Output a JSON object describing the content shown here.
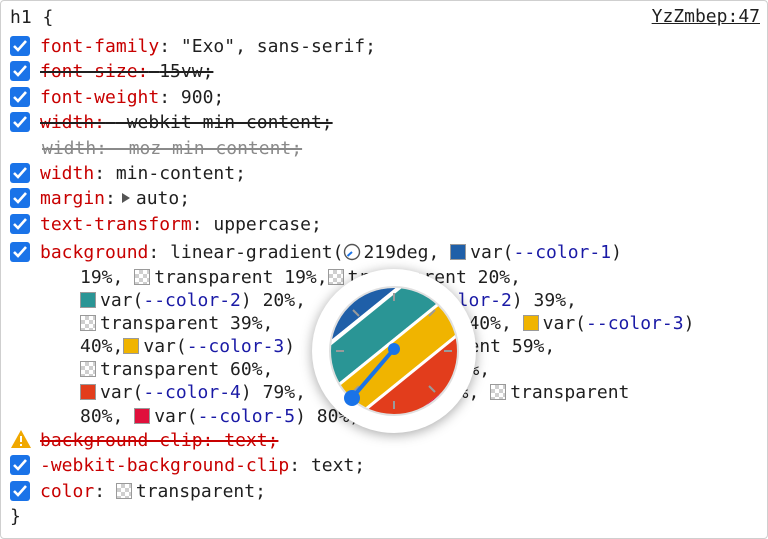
{
  "selector": "h1 {",
  "closing": "}",
  "source_link": "YzZmbep:47",
  "declarations": {
    "font_family": {
      "prop": "font-family",
      "value": "\"Exo\", sans-serif;"
    },
    "font_size": {
      "prop": "font-size:",
      "value": "15vw;"
    },
    "font_weight": {
      "prop": "font-weight",
      "value": "900;"
    },
    "width_webkit": {
      "prop": "width:",
      "value": "-webkit-min-content;"
    },
    "width_moz": {
      "text": "width: -moz-min-content;"
    },
    "width": {
      "prop": "width",
      "value": "min-content;"
    },
    "margin": {
      "prop": "margin",
      "value": "auto;"
    },
    "text_transform": {
      "prop": "text-transform",
      "value": "uppercase;"
    },
    "background": {
      "prop": "background",
      "value_start": "linear-gradient(",
      "angle": "219deg,"
    },
    "background_clip": {
      "text": "background-clip: text;"
    },
    "webkit_background_clip": {
      "prop": "-webkit-background-clip",
      "value": "text;"
    },
    "color": {
      "prop": "color",
      "value": "transparent;"
    }
  },
  "gradient_lines": {
    "l1": {
      "a": "var(",
      "b": "--color-1",
      "c": ")"
    },
    "l2": {
      "a": "19%,",
      "b": "transparent 19%,",
      "c": "transparent 20%,"
    },
    "l3": {
      "a": "var(",
      "b": "--color-2",
      "c": ") 20%,",
      "d": "--color-2",
      "e": ") 39%,"
    },
    "l4": {
      "a": "transparent 39%,",
      "b": "40%,",
      "c": "var(",
      "d": "--color-3",
      "e": ")"
    },
    "l5": {
      "a": "40%,",
      "b": "var(",
      "c": "--color-3",
      "d": ")",
      "e": "transparent 59%,"
    },
    "l6": {
      "a": "transparent 60%,",
      "b": "-4",
      "c": ") 60%,"
    },
    "l7": {
      "a": "var(",
      "b": "--color-4",
      "c": ") 79%,",
      "d": "ent 79%,",
      "e": "transparent"
    },
    "l8": {
      "a": "80%,",
      "b": "var(",
      "c": "--color-5",
      "d": ") 80%);"
    }
  },
  "colors": {
    "checkbox": "#1a73e8",
    "property": "#c80000",
    "variable": "#1a1aa6",
    "color_1": "#1f5fa8",
    "color_2": "#2a9595",
    "color_3": "#f0b400",
    "color_4": "#e23d1c",
    "color_5": "#e0103c",
    "warning": "#f0a800"
  },
  "icons": {
    "checkbox": "checkmark-icon",
    "warning": "warning-triangle-icon",
    "angle": "angle-clock-icon",
    "expand": "expand-triangle-icon"
  }
}
